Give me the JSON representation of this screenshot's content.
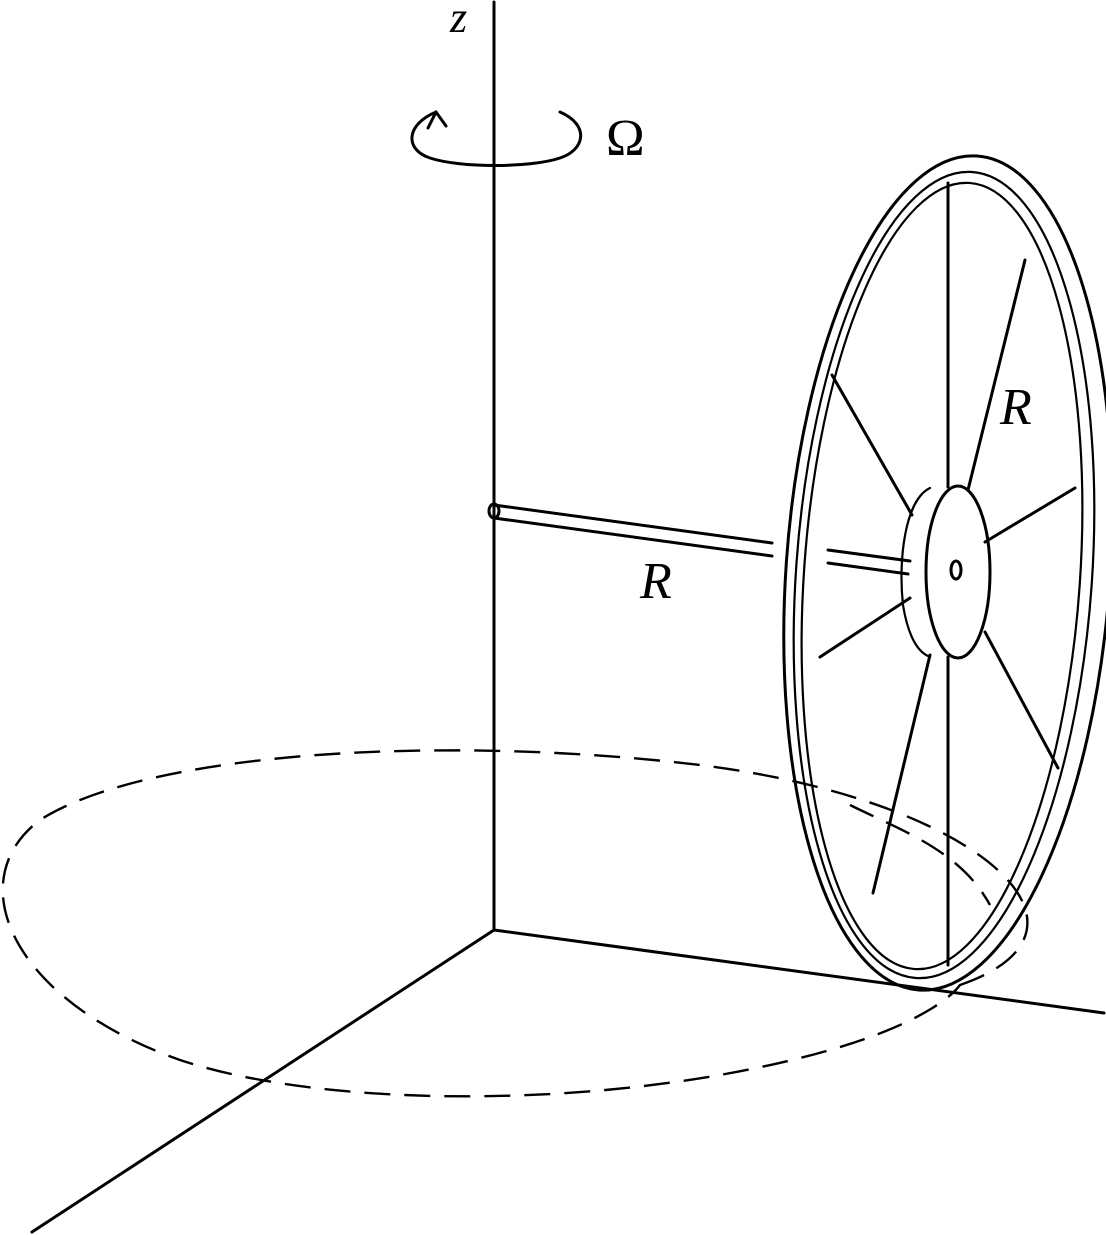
{
  "labels": {
    "z_axis": "z",
    "omega": "Ω",
    "arm_length": "R",
    "wheel_radius": "R"
  }
}
